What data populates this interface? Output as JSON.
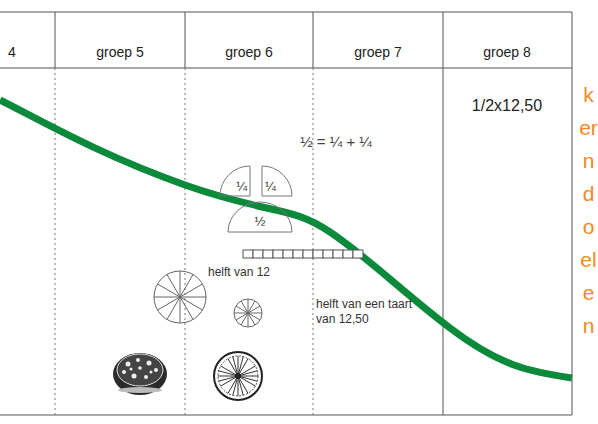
{
  "diagram": {
    "nodes": [
      {
        "text": [
          "¼"
        ]
      },
      {
        "text": [
          "¼"
        ]
      },
      {
        "text": [
          "½"
        ]
      }
    ],
    "labels": [
      "4",
      "groep 5",
      "groep 6",
      "groep 7",
      "groep 8",
      "1/2x12,50",
      "½ = ¼ + ¼",
      "helft van 12",
      "helft van een taart van 12,50",
      "kerndoelen"
    ]
  }
}
